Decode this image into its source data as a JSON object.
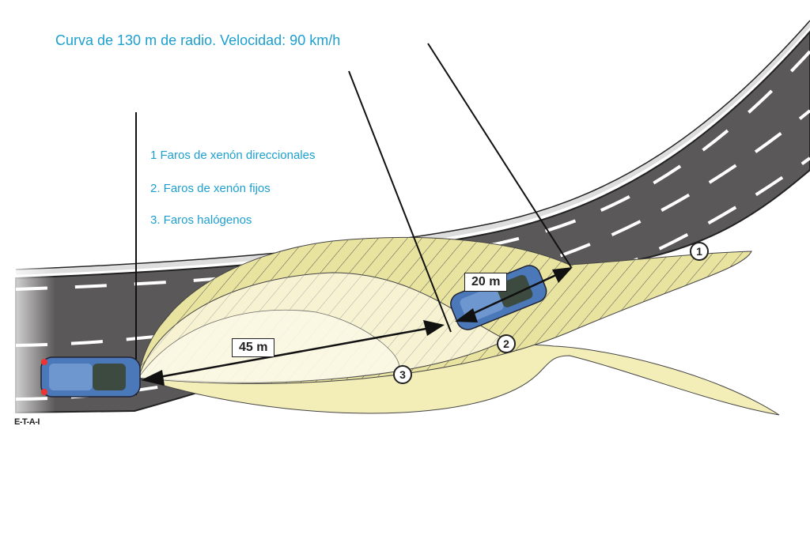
{
  "title": "Curva de 130 m de radio. Velocidad: 90 km/h",
  "legend": [
    "1 Faros de xenón direccionales",
    "2. Faros de xenón fijos",
    "3. Faros halógenos"
  ],
  "distances": {
    "near": "45 m",
    "far": "20 m"
  },
  "markers": [
    "1",
    "2",
    "3"
  ],
  "logo": "E-T-A-I",
  "colors": {
    "text": "#1c9fd0",
    "road": "#5a5858",
    "beam": "#f3eeb8",
    "car": "#4a78b8"
  }
}
